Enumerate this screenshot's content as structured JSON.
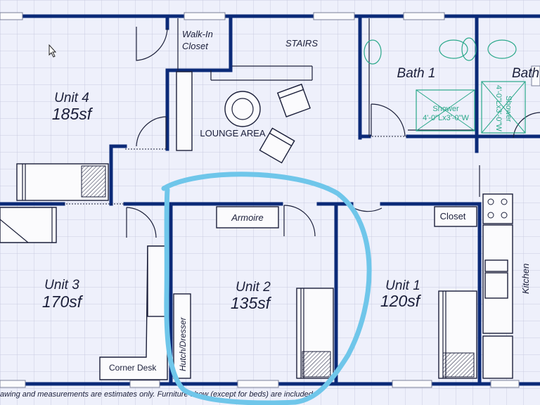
{
  "rooms": {
    "unit4": {
      "name": "Unit 4",
      "area": "185sf"
    },
    "unit3": {
      "name": "Unit 3",
      "area": "170sf"
    },
    "unit2": {
      "name": "Unit 2",
      "area": "135sf"
    },
    "unit1": {
      "name": "Unit 1",
      "area": "120sf"
    },
    "bath1": {
      "name": "Bath 1"
    },
    "bath2": {
      "name": "Bath"
    },
    "walkin": {
      "line1": "Walk-In",
      "line2": "Closet"
    },
    "stairs": {
      "name": "STAIRS"
    },
    "lounge": {
      "name": "LOUNGE AREA"
    },
    "kitchen": {
      "name": "Kitchen"
    }
  },
  "furniture": {
    "armoire": "Armoire",
    "closet": "Closet",
    "hutch": "Hutch/Dresser",
    "corner_desk": "Corner Desk",
    "shower1": {
      "line1": "Shower",
      "line2": "4'-0\"Lx3'-0\"W"
    },
    "shower2": {
      "line1": "4'-0\"Lx3'-0\"W",
      "line2": "Shower"
    }
  },
  "footer": {
    "note": "awing and measurements are estimates only.  Furniture show (except for beds) are included"
  },
  "colors": {
    "background": "#eef0fb",
    "grid": "#c9cbe0",
    "wall": "#0b2a78",
    "highlight": "#6fc6ea",
    "fixture": "#2aa88a"
  },
  "icons": {
    "cursor": "mouse-pointer-icon"
  }
}
